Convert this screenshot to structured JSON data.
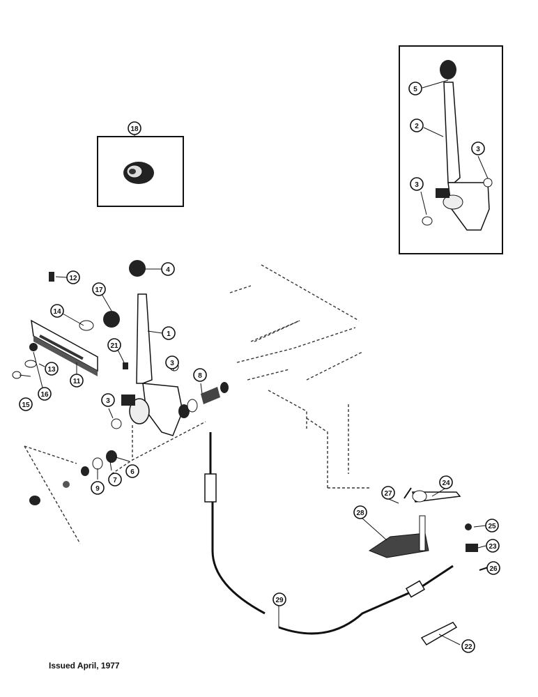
{
  "footer": {
    "issued": "Issued April, 1977"
  },
  "inset_labels": {
    "inset_top_left": "18"
  },
  "callouts": {
    "c1": "1",
    "c2": "2",
    "c3a": "3",
    "c3b": "3",
    "c3c": "3",
    "c3d": "3",
    "c4": "4",
    "c5": "5",
    "c6": "6",
    "c7": "7",
    "c8": "8",
    "c9": "9",
    "c11": "11",
    "c12": "12",
    "c13": "13",
    "c14": "14",
    "c15": "15",
    "c16": "16",
    "c17": "17",
    "c21": "21",
    "c22": "22",
    "c23": "23",
    "c24": "24",
    "c25": "25",
    "c26": "26",
    "c27": "27",
    "c28": "28",
    "c29": "29"
  },
  "colors": {
    "ink": "#111111",
    "paper": "#ffffff"
  }
}
